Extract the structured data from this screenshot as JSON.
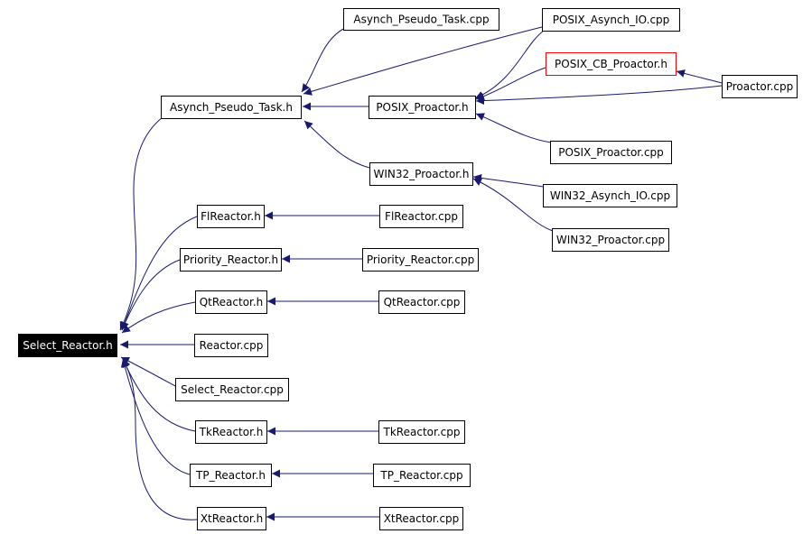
{
  "diagram": {
    "nodes": [
      {
        "id": "select_reactor_h",
        "label": "Select_Reactor.h",
        "style": "highlighted"
      },
      {
        "id": "asynch_pseudo_task_cpp",
        "label": "Asynch_Pseudo_Task.cpp",
        "style": "normal"
      },
      {
        "id": "posix_asynch_io_cpp",
        "label": "POSIX_Asynch_IO.cpp",
        "style": "normal"
      },
      {
        "id": "posix_cb_proactor_h",
        "label": "POSIX_CB_Proactor.h",
        "style": "truncated"
      },
      {
        "id": "proactor_cpp",
        "label": "Proactor.cpp",
        "style": "normal"
      },
      {
        "id": "asynch_pseudo_task_h",
        "label": "Asynch_Pseudo_Task.h",
        "style": "normal"
      },
      {
        "id": "posix_proactor_h",
        "label": "POSIX_Proactor.h",
        "style": "normal"
      },
      {
        "id": "posix_proactor_cpp",
        "label": "POSIX_Proactor.cpp",
        "style": "normal"
      },
      {
        "id": "win32_proactor_h",
        "label": "WIN32_Proactor.h",
        "style": "normal"
      },
      {
        "id": "win32_asynch_io_cpp",
        "label": "WIN32_Asynch_IO.cpp",
        "style": "normal"
      },
      {
        "id": "win32_proactor_cpp",
        "label": "WIN32_Proactor.cpp",
        "style": "normal"
      },
      {
        "id": "flreactor_h",
        "label": "FlReactor.h",
        "style": "normal"
      },
      {
        "id": "flreactor_cpp",
        "label": "FlReactor.cpp",
        "style": "normal"
      },
      {
        "id": "priority_reactor_h",
        "label": "Priority_Reactor.h",
        "style": "normal"
      },
      {
        "id": "priority_reactor_cpp",
        "label": "Priority_Reactor.cpp",
        "style": "normal"
      },
      {
        "id": "qtreactor_h",
        "label": "QtReactor.h",
        "style": "normal"
      },
      {
        "id": "qtreactor_cpp",
        "label": "QtReactor.cpp",
        "style": "normal"
      },
      {
        "id": "reactor_cpp",
        "label": "Reactor.cpp",
        "style": "normal"
      },
      {
        "id": "select_reactor_cpp",
        "label": "Select_Reactor.cpp",
        "style": "normal"
      },
      {
        "id": "tkreactor_h",
        "label": "TkReactor.h",
        "style": "normal"
      },
      {
        "id": "tkreactor_cpp",
        "label": "TkReactor.cpp",
        "style": "normal"
      },
      {
        "id": "tp_reactor_h",
        "label": "TP_Reactor.h",
        "style": "normal"
      },
      {
        "id": "tp_reactor_cpp",
        "label": "TP_Reactor.cpp",
        "style": "normal"
      },
      {
        "id": "xtreactor_h",
        "label": "XtReactor.h",
        "style": "normal"
      },
      {
        "id": "xtreactor_cpp",
        "label": "XtReactor.cpp",
        "style": "normal"
      }
    ],
    "edges": [
      {
        "from": "asynch_pseudo_task_h",
        "to": "select_reactor_h"
      },
      {
        "from": "flreactor_h",
        "to": "select_reactor_h"
      },
      {
        "from": "priority_reactor_h",
        "to": "select_reactor_h"
      },
      {
        "from": "qtreactor_h",
        "to": "select_reactor_h"
      },
      {
        "from": "reactor_cpp",
        "to": "select_reactor_h"
      },
      {
        "from": "select_reactor_cpp",
        "to": "select_reactor_h"
      },
      {
        "from": "tkreactor_h",
        "to": "select_reactor_h"
      },
      {
        "from": "tp_reactor_h",
        "to": "select_reactor_h"
      },
      {
        "from": "xtreactor_h",
        "to": "select_reactor_h"
      },
      {
        "from": "asynch_pseudo_task_cpp",
        "to": "asynch_pseudo_task_h"
      },
      {
        "from": "posix_asynch_io_cpp",
        "to": "asynch_pseudo_task_h"
      },
      {
        "from": "posix_proactor_h",
        "to": "asynch_pseudo_task_h"
      },
      {
        "from": "win32_proactor_h",
        "to": "asynch_pseudo_task_h"
      },
      {
        "from": "posix_asynch_io_cpp",
        "to": "posix_proactor_h"
      },
      {
        "from": "posix_cb_proactor_h",
        "to": "posix_proactor_h"
      },
      {
        "from": "proactor_cpp",
        "to": "posix_proactor_h"
      },
      {
        "from": "posix_proactor_cpp",
        "to": "posix_proactor_h"
      },
      {
        "from": "proactor_cpp",
        "to": "posix_cb_proactor_h"
      },
      {
        "from": "win32_asynch_io_cpp",
        "to": "win32_proactor_h"
      },
      {
        "from": "win32_proactor_cpp",
        "to": "win32_proactor_h"
      },
      {
        "from": "flreactor_cpp",
        "to": "flreactor_h"
      },
      {
        "from": "priority_reactor_cpp",
        "to": "priority_reactor_h"
      },
      {
        "from": "qtreactor_cpp",
        "to": "qtreactor_h"
      },
      {
        "from": "tkreactor_cpp",
        "to": "tkreactor_h"
      },
      {
        "from": "tp_reactor_cpp",
        "to": "tp_reactor_h"
      },
      {
        "from": "xtreactor_cpp",
        "to": "xtreactor_h"
      }
    ],
    "colors": {
      "edge": "#191970",
      "node_border": "#000000",
      "highlight_fill": "#000000",
      "highlight_text": "#ffffff",
      "truncated_border": "#ff0000"
    }
  }
}
